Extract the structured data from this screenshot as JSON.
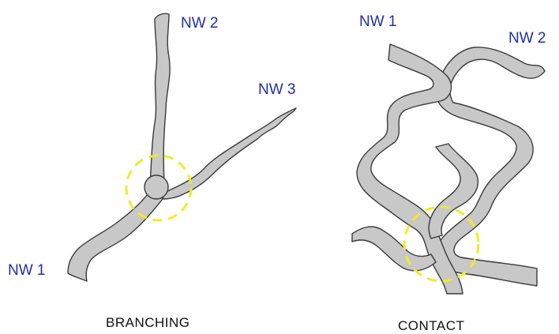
{
  "branching": {
    "labels": {
      "nw1": "NW 1",
      "nw2": "NW 2",
      "nw3": "NW 3"
    },
    "caption": "BRANCHING"
  },
  "contact": {
    "labels": {
      "nw1": "NW 1",
      "nw2": "NW 2"
    },
    "caption": "CONTACT"
  },
  "colors": {
    "nanowire_fill": "#c8c8c8",
    "nanowire_outline": "#3a3a3a",
    "highlight_circle": "#f2ea2a",
    "label_blue": "#1f2fa8"
  }
}
